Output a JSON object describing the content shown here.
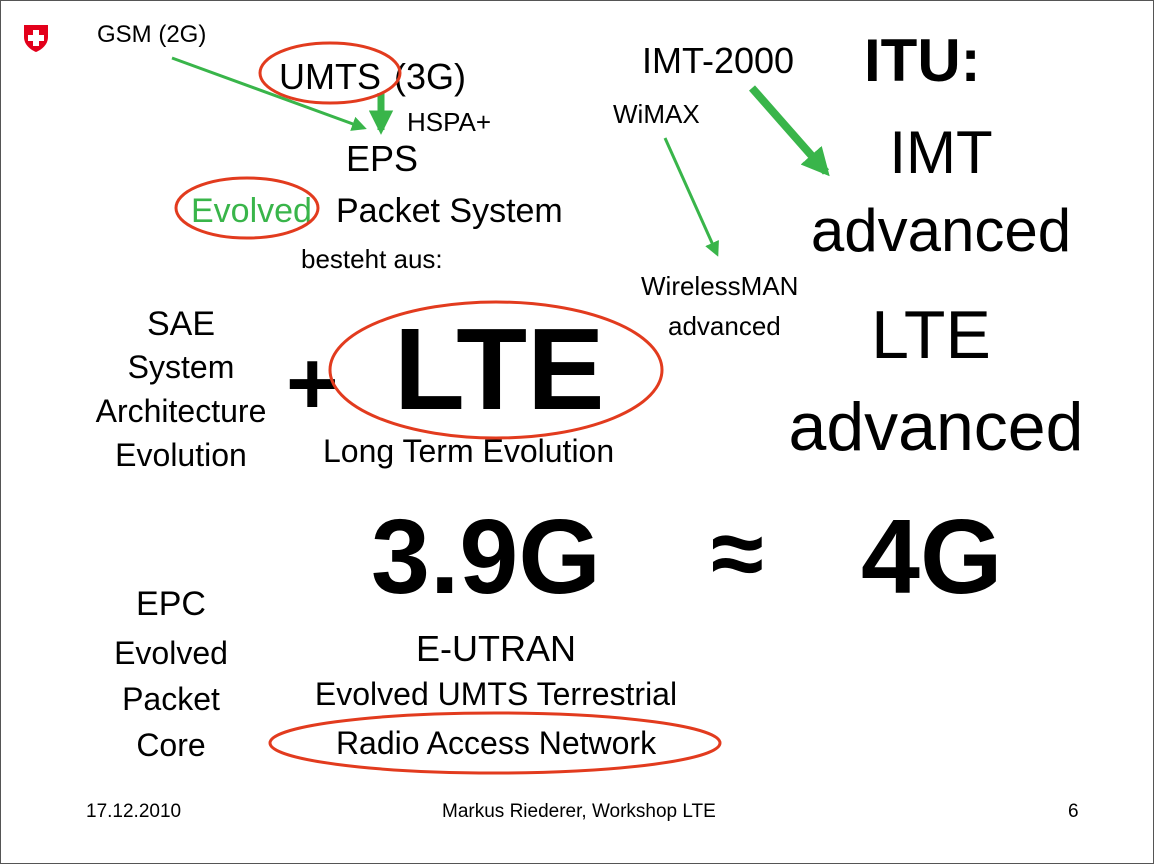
{
  "colors": {
    "accent_green": "#39b54a",
    "accent_red": "#e23b1e",
    "swiss_red": "#e3001b"
  },
  "top_left": {
    "gsm": "GSM (2G)",
    "umts": "UMTS",
    "umts_3g": "(3G)",
    "hspa": "HSPA+",
    "eps": "EPS",
    "evolved": "Evolved",
    "packet_system": "Packet System",
    "besteht": "besteht aus:"
  },
  "sae": {
    "l1": "SAE",
    "l2": "System",
    "l3": "Architecture",
    "l4": "Evolution"
  },
  "plus": "+",
  "lte": {
    "big": "LTE",
    "full": "Long Term Evolution"
  },
  "itu": {
    "imt2000": "IMT-2000",
    "itu": "ITU:",
    "imt": "IMT",
    "advanced1": "advanced",
    "lte": "LTE",
    "advanced2": "advanced"
  },
  "wimax": {
    "wimax": "WiMAX",
    "wm1": "WirelessMAN",
    "wm2": "advanced"
  },
  "gen": {
    "g39": "3.9G",
    "approx": "≈",
    "g4": "4G"
  },
  "epc": {
    "l1": "EPC",
    "l2": "Evolved",
    "l3": "Packet",
    "l4": "Core"
  },
  "eutran": {
    "l1": "E-UTRAN",
    "l2": "Evolved UMTS Terrestrial",
    "l3": "Radio Access Network"
  },
  "footer": {
    "date": "17.12.2010",
    "author": "Markus Riederer, Workshop LTE",
    "page": "6"
  }
}
